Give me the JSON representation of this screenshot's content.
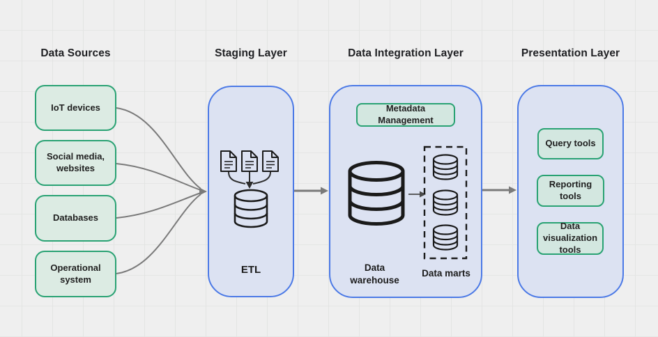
{
  "diagram": {
    "type": "data-warehouse-architecture-flowchart",
    "colors": {
      "background": "#efefef",
      "grid_line": "#e3e4e3",
      "green_node_border": "#29a273",
      "green_node_fill": "#dcebe3",
      "green_inner_node_fill": "#d3e7e0",
      "blue_container_border": "#4b79e6",
      "blue_container_fill": "#dce2f2",
      "connector_gray": "#7a7a7a",
      "icon_black": "#1a1a1a",
      "text": "#1f1f1f"
    },
    "columns": {
      "sources": {
        "title": "Data Sources",
        "items": [
          {
            "label": "IoT devices"
          },
          {
            "label": "Social media, websites"
          },
          {
            "label": "Databases"
          },
          {
            "label": "Operational system"
          }
        ]
      },
      "staging": {
        "title": "Staging Layer",
        "process_label": "ETL",
        "icons": [
          "document-icon",
          "document-icon",
          "document-icon",
          "database-icon"
        ]
      },
      "integration": {
        "title": "Data Integration Layer",
        "metadata_label": "Metadata Management",
        "warehouse_label": "Data warehouse",
        "marts_label": "Data marts",
        "icons": [
          "database-icon",
          "database-icon",
          "database-icon",
          "database-icon"
        ]
      },
      "presentation": {
        "title": "Presentation Layer",
        "items": [
          {
            "label": "Query tools"
          },
          {
            "label": "Reporting tools"
          },
          {
            "label": "Data visualization tools"
          }
        ]
      }
    }
  }
}
